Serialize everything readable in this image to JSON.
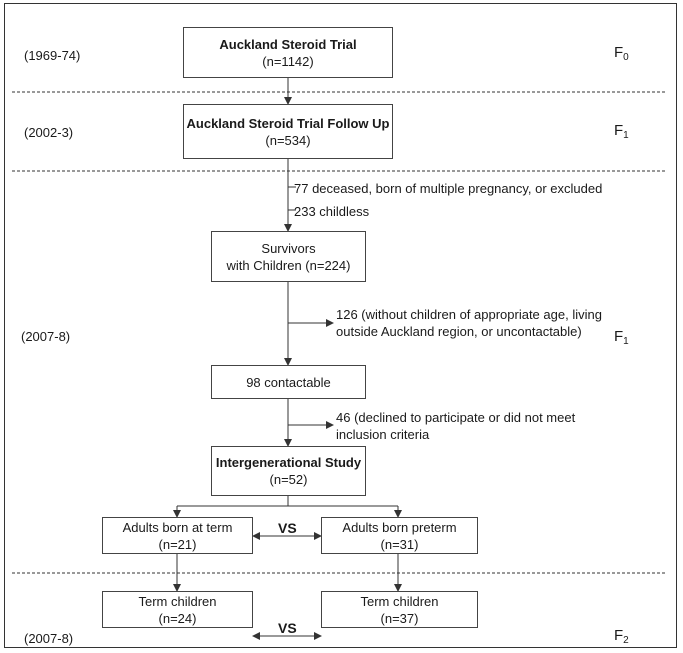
{
  "periods": {
    "p1": "(1969-74)",
    "p2": "(2002-3)",
    "p3": "(2007-8)",
    "p4": "(2007-8)"
  },
  "generations": {
    "g0": {
      "base": "F",
      "sub": "0"
    },
    "g1a": {
      "base": "F",
      "sub": "1"
    },
    "g1b": {
      "base": "F",
      "sub": "1"
    },
    "g2": {
      "base": "F",
      "sub": "2"
    }
  },
  "nodes": {
    "ast": {
      "title": "Auckland Steroid Trial",
      "n": "(n=1142)"
    },
    "astfu": {
      "title": "Auckland Steroid Trial Follow Up",
      "n": "(n=534)"
    },
    "survivors": {
      "line1": "Survivors",
      "line2": "with Children (n=224)"
    },
    "contactable": {
      "text": "98 contactable"
    },
    "study": {
      "title": "Intergenerational Study",
      "n": "(n=52)"
    },
    "term_adults": {
      "line1": "Adults born at term",
      "line2": "(n=21)"
    },
    "preterm_adults": {
      "line1": "Adults born preterm",
      "line2": "(n=31)"
    },
    "term_children_a": {
      "line1": "Term children",
      "line2": "(n=24)"
    },
    "term_children_b": {
      "line1": "Term children",
      "line2": "(n=37)"
    }
  },
  "exclusions": {
    "deceased": "77 deceased, born of multiple pregnancy, or excluded",
    "childless": "233 childless",
    "uncontactable_l1": "126 (without children of appropriate age, living",
    "uncontactable_l2": "outside Auckland region, or uncontactable)",
    "declined_l1": "46 (declined to participate or did not meet",
    "declined_l2": "inclusion criteria"
  },
  "vs_labels": {
    "adults": "VS",
    "children": "VS"
  }
}
